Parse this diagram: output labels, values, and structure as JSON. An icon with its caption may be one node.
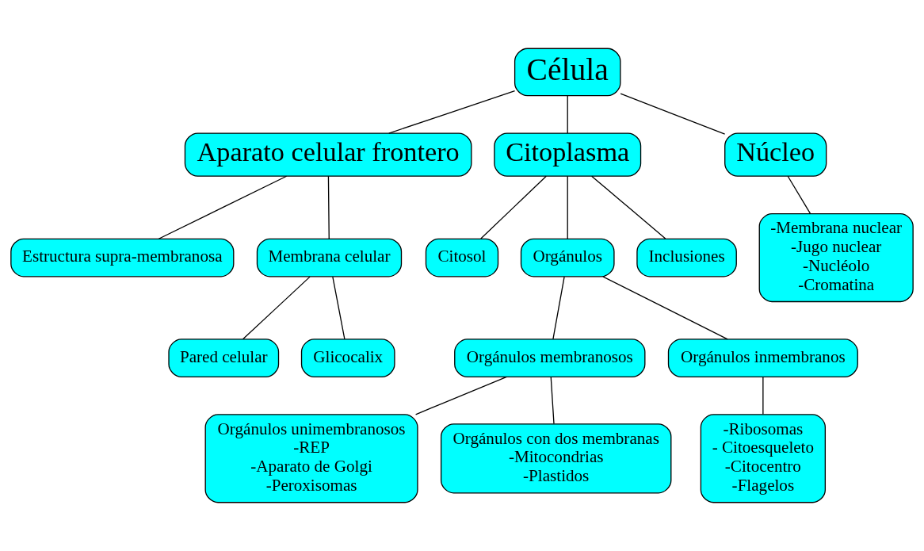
{
  "diagram": {
    "nodes": [
      {
        "text": [
          "Célula"
        ]
      },
      {
        "text": [
          "Aparato celular frontero"
        ]
      },
      {
        "text": [
          "Citoplasma"
        ]
      },
      {
        "text": [
          "Núcleo"
        ]
      },
      {
        "text": [
          "Estructura supra-membranosa"
        ]
      },
      {
        "text": [
          "Membrana celular"
        ]
      },
      {
        "text": [
          "Citosol"
        ]
      },
      {
        "text": [
          "Orgánulos"
        ]
      },
      {
        "text": [
          "Inclusiones"
        ]
      },
      {
        "text": [
          "-Membrana nuclear",
          "-Jugo nuclear",
          "-Nucléolo",
          "-Cromatina"
        ]
      },
      {
        "text": [
          "Pared celular"
        ]
      },
      {
        "text": [
          "Glicocalix"
        ]
      },
      {
        "text": [
          "Orgánulos membranosos"
        ]
      },
      {
        "text": [
          "Orgánulos inmembranos"
        ]
      },
      {
        "text": [
          "Orgánulos unimembranosos",
          "-REP",
          "-Aparato de Golgi",
          "-Peroxisomas"
        ]
      },
      {
        "text": [
          "Orgánulos con dos membranas",
          "-Mitocondrias",
          "-Plastidos"
        ]
      },
      {
        "text": [
          "-Ribosomas",
          "- Citoesqueleto",
          "-Citocentro",
          "-Flagelos"
        ]
      }
    ],
    "edges": [
      {
        "from": 0,
        "to": 1,
        "arrow": "none"
      },
      {
        "from": 0,
        "to": 2,
        "arrow": "none"
      },
      {
        "from": 0,
        "to": 3,
        "arrow": "none"
      },
      {
        "from": 1,
        "to": 4,
        "arrow": "none"
      },
      {
        "from": 1,
        "to": 5,
        "arrow": "none"
      },
      {
        "from": 2,
        "to": 6,
        "arrow": "none"
      },
      {
        "from": 2,
        "to": 7,
        "arrow": "none"
      },
      {
        "from": 2,
        "to": 8,
        "arrow": "none"
      },
      {
        "from": 3,
        "to": 9,
        "arrow": "none"
      },
      {
        "from": 5,
        "to": 10,
        "arrow": "none"
      },
      {
        "from": 5,
        "to": 11,
        "arrow": "none"
      },
      {
        "from": 7,
        "to": 12,
        "arrow": "none"
      },
      {
        "from": 7,
        "to": 13,
        "arrow": "none"
      },
      {
        "from": 12,
        "to": 14,
        "arrow": "none"
      },
      {
        "from": 12,
        "to": 15,
        "arrow": "none"
      },
      {
        "from": 13,
        "to": 16,
        "arrow": "none"
      }
    ]
  }
}
